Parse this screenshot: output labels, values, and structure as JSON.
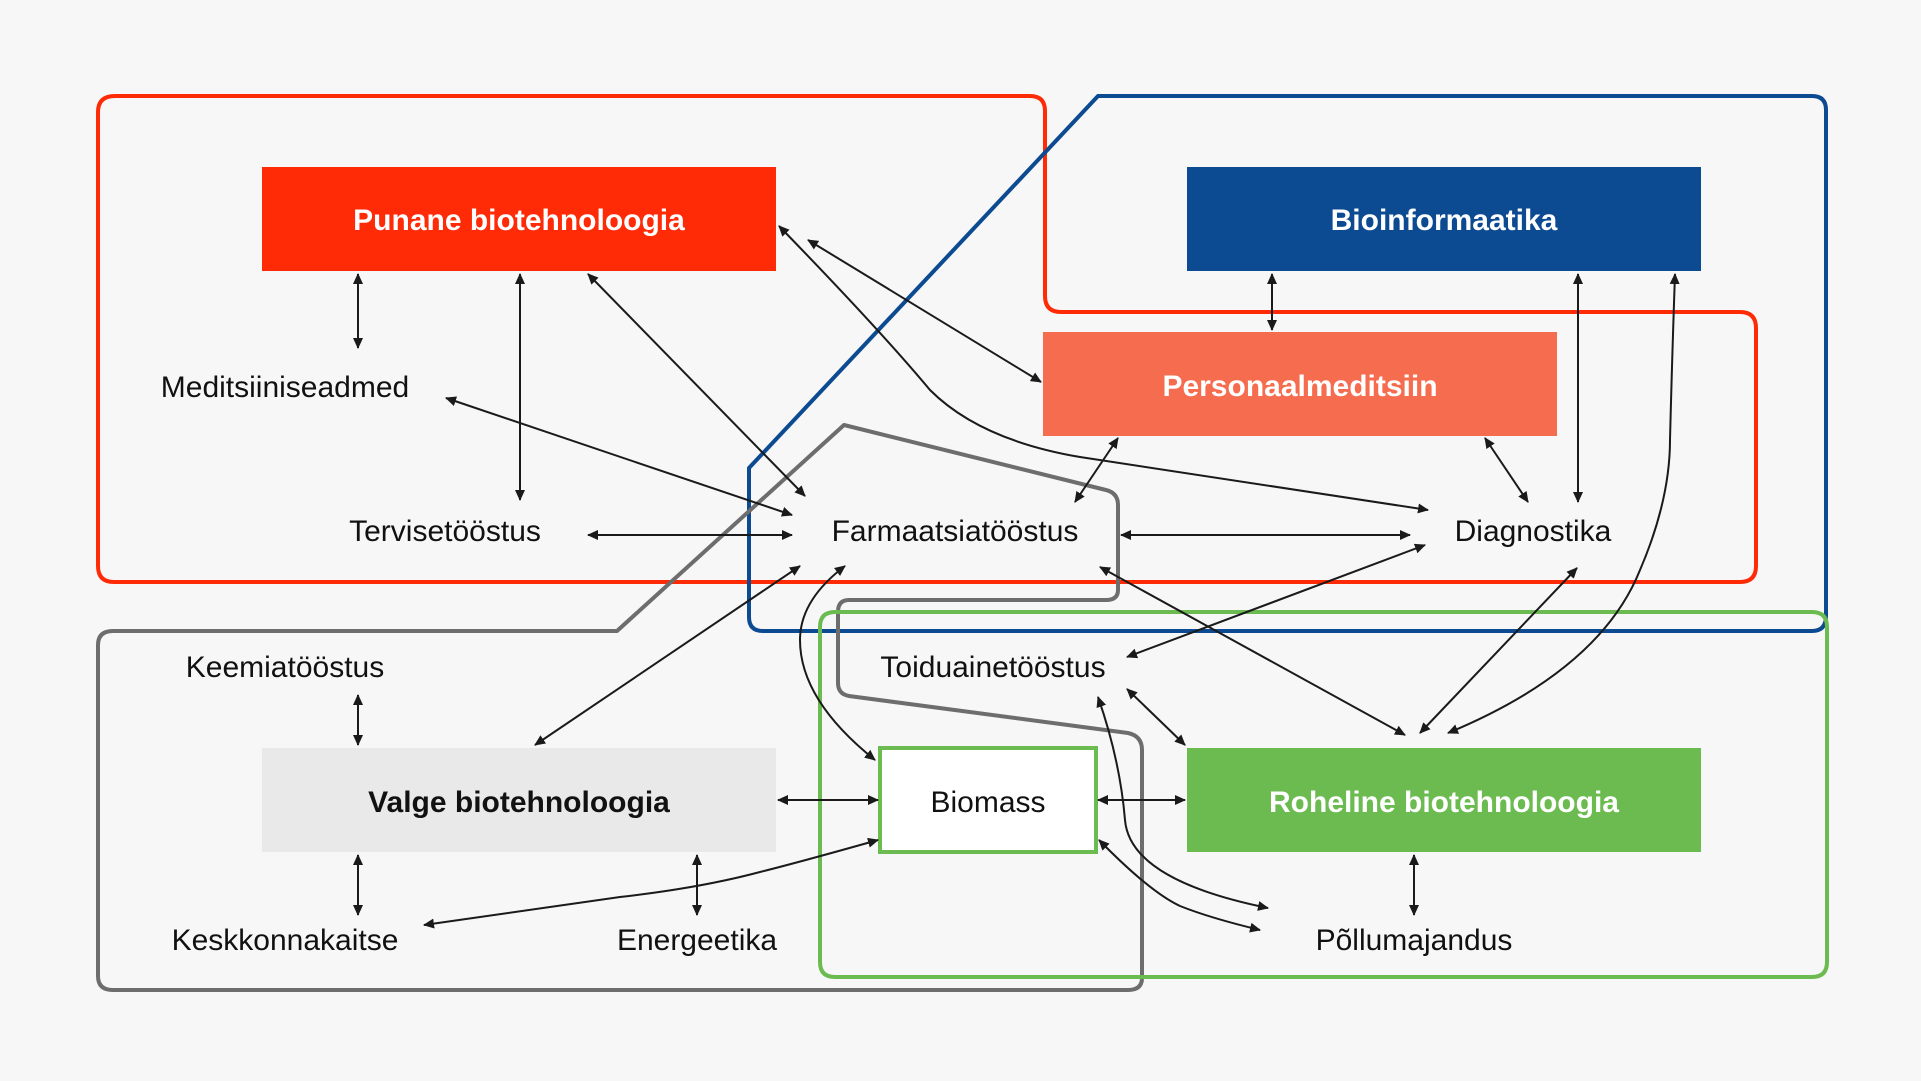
{
  "colors": {
    "background": "#f7f7f7",
    "red": "#ff2b06",
    "blue": "#0c4a91",
    "salmon": "#f66c4f",
    "green": "#6cbb51",
    "light_gray": "#e9e9e9",
    "gray_outline": "#6d6d6d",
    "arrow": "#1a1a1a"
  },
  "boxes": {
    "red_biotech": "Punane biotehnoloogia",
    "bioinformatics": "Bioinformaatika",
    "personal_medicine": "Personaalmeditsiin",
    "white_biotech": "Valge biotehnoloogia",
    "green_biotech": "Roheline biotehnoloogia",
    "biomass": "Biomass"
  },
  "nodes": {
    "medical_devices": "Meditsiiniseadmed",
    "health_industry": "Tervisetööstus",
    "pharma_industry": "Farmaatsiatööstus",
    "diagnostics": "Diagnostika",
    "chemical_industry": "Keemiatööstus",
    "food_industry": "Toiduainetööstus",
    "environmental_protection": "Keskkonnakaitse",
    "energy": "Energeetika",
    "agriculture": "Põllumajandus"
  }
}
